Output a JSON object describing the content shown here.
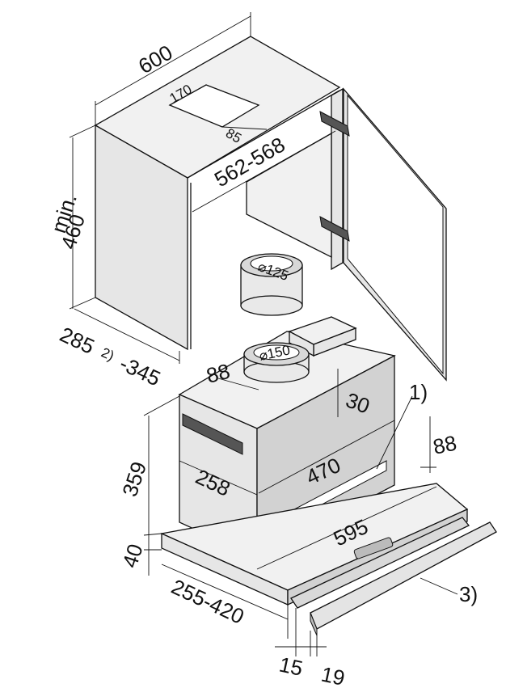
{
  "labels": {
    "width_600": "600",
    "cutout_170": "170",
    "cutout_85": "85",
    "inner_562_568": "562-568",
    "min": "min.",
    "height_460": "460",
    "depth_285": "285",
    "note_2": "2)",
    "depth_345": "-345",
    "dia_125": "⌀125",
    "dia_150": "⌀150",
    "offset_88_top": "88",
    "offset_30": "30",
    "callout_1": "1)",
    "offset_88_right": "88",
    "height_359": "359",
    "width_470": "470",
    "depth_258": "258",
    "width_595": "595",
    "height_40": "40",
    "depth_255_420": "255-420",
    "callout_3": "3)",
    "gap_15": "15",
    "gap_19": "19"
  }
}
